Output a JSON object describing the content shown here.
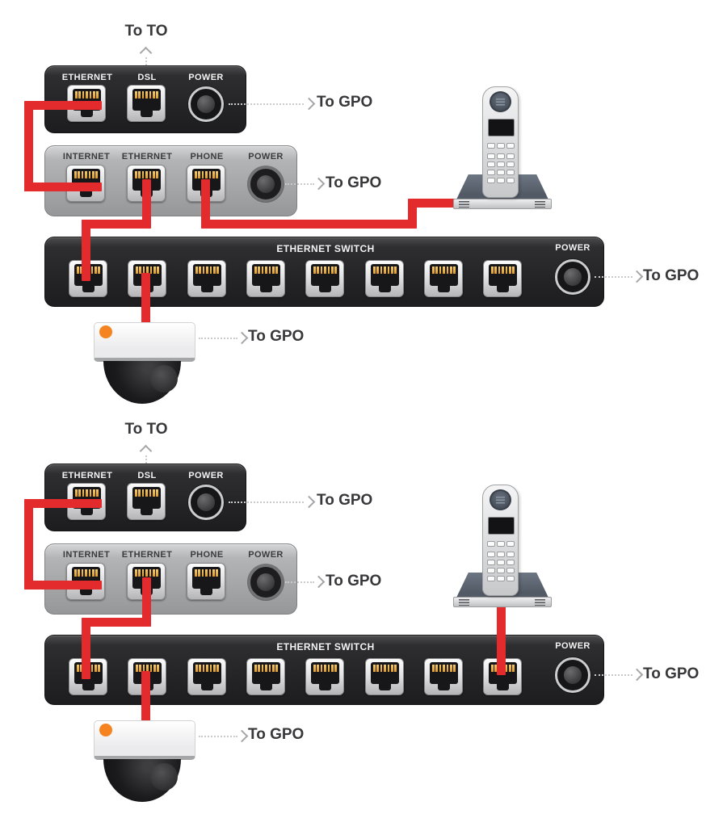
{
  "colors": {
    "cable_red": "#e32a2d",
    "device_dark": "#242426",
    "device_silver": "#a8a9ab",
    "port_pin_gold": "#e3a53a",
    "annotation_text": "#38383a",
    "camera_led_orange": "#f5831f"
  },
  "diagrams": [
    {
      "id": "setup-1",
      "dsl_wall_label": "To TO",
      "modem": {
        "port_ethernet": "ETHERNET",
        "port_dsl": "DSL",
        "port_power": "POWER",
        "power_note": "To GPO"
      },
      "router": {
        "port_internet": "INTERNET",
        "port_ethernet": "ETHERNET",
        "port_phone": "PHONE",
        "port_power": "POWER",
        "power_note": "To GPO"
      },
      "switch": {
        "title": "ETHERNET SWITCH",
        "port_power": "POWER",
        "port_count": 8,
        "power_note": "To GPO"
      },
      "camera": {
        "power_note": "To GPO"
      },
      "connections": [
        "modem ETHERNET to router INTERNET",
        "router ETHERNET to switch port 1",
        "router PHONE to cordless phone base",
        "switch port 2 to dome camera"
      ]
    },
    {
      "id": "setup-2",
      "dsl_wall_label": "To TO",
      "modem": {
        "port_ethernet": "ETHERNET",
        "port_dsl": "DSL",
        "port_power": "POWER",
        "power_note": "To GPO"
      },
      "router": {
        "port_internet": "INTERNET",
        "port_ethernet": "ETHERNET",
        "port_phone": "PHONE",
        "port_power": "POWER",
        "power_note": "To GPO"
      },
      "switch": {
        "title": "ETHERNET SWITCH",
        "port_power": "POWER",
        "port_count": 8,
        "power_note": "To GPO"
      },
      "camera": {
        "power_note": "To GPO"
      },
      "connections": [
        "modem ETHERNET to router INTERNET",
        "router ETHERNET to switch port 1",
        "cordless phone base to switch port 8",
        "switch port 2 to dome camera"
      ]
    }
  ]
}
